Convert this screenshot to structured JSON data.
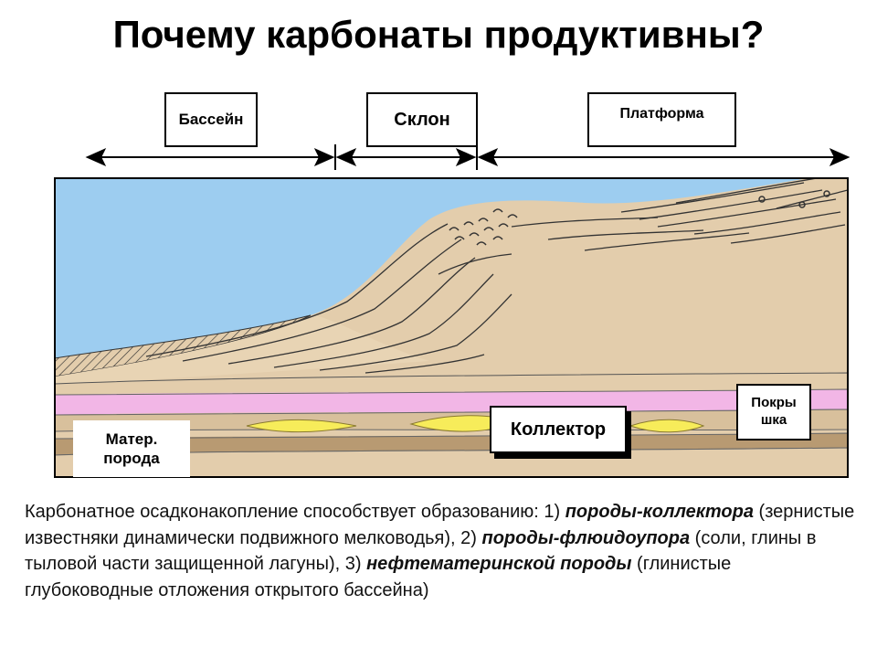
{
  "title": "Почему карбонаты продуктивны?",
  "zones": {
    "basin": "Бассейн",
    "slope": "Склон",
    "platform": "Платформа"
  },
  "labels": {
    "source_rock_line1": "Матер.",
    "source_rock_line2": "порода",
    "reservoir": "Коллектор",
    "seal_line1": "Покры",
    "seal_line2": "шка"
  },
  "caption": {
    "part1": "Карбонатное осадконакопление способствует образованию: 1) ",
    "term1": "породы-коллектора",
    "part2": " (зернистые известняки динамически подвижного мелководья), 2) ",
    "term2": "породы-флюидоупора",
    "part3": " (соли, глины в тыловой части защищенной лагуны), 3) ",
    "term3": "нефтематеринской породы",
    "part4": " (глинистые глубоководные отложения открытого бассейна)"
  },
  "colors": {
    "water": "#9dcdf0",
    "sediment": "#e3cdac",
    "pink_layer": "#f2b6e6",
    "yellow_lens": "#f7ec5a",
    "dark_layer": "#b89a72"
  }
}
